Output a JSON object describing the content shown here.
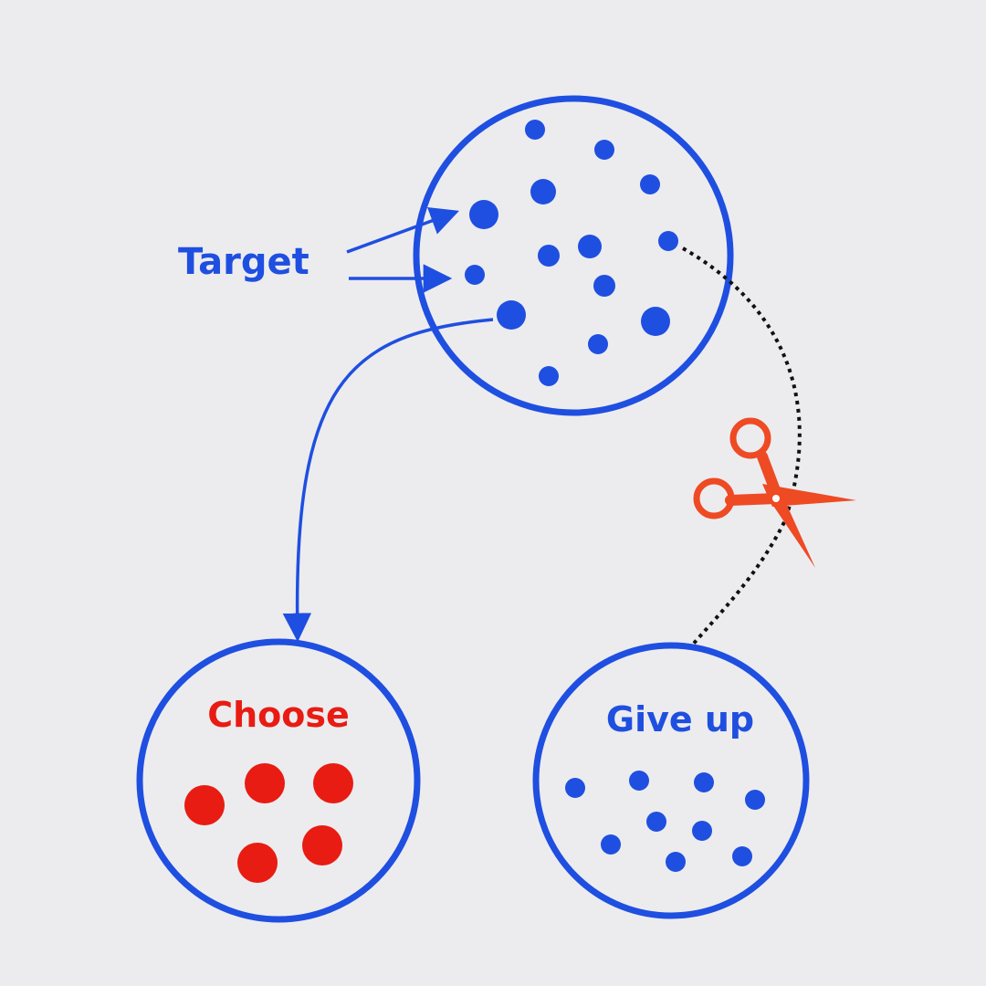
{
  "labels": {
    "target": "Target",
    "choose": "Choose",
    "give_up": "Give up"
  },
  "colors": {
    "background": "#ececef",
    "blue": "#1f4fe0",
    "red": "#e81c12",
    "scissors": "#ee4a24",
    "cut_line": "#111111"
  },
  "icons": {
    "scissors": "scissors-icon"
  }
}
